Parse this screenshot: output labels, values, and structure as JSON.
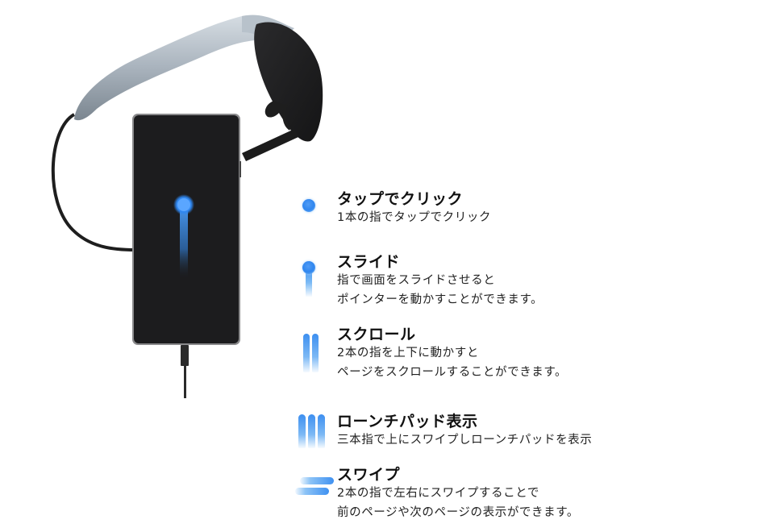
{
  "illustration": {
    "product": "AR glasses connected to smartphone",
    "screen_icon": "touch-pointer-icon",
    "colors": {
      "accent": "#3a8ff0",
      "screen": "#1c1c1e",
      "frame": "#a9b3bd",
      "lens": "#1d1d1f"
    }
  },
  "gestures": [
    {
      "icon": "tap-icon",
      "title": "タップでクリック",
      "lines": [
        "1本の指でタップでクリック"
      ]
    },
    {
      "icon": "slide-icon",
      "title": "スライド",
      "lines": [
        "指で画面をスライドさせると",
        "ポインターを動かすことができます。"
      ]
    },
    {
      "icon": "two-finger-scroll-icon",
      "title": "スクロール",
      "lines": [
        "2本の指を上下に動かすと",
        "ページをスクロールすることができます。"
      ]
    },
    {
      "icon": "three-finger-swipe-icon",
      "title": "ローンチパッド表示",
      "lines": [
        "三本指で上にスワイプしローンチパッドを表示"
      ]
    },
    {
      "icon": "horizontal-swipe-icon",
      "title": "スワイプ",
      "lines": [
        "2本の指で左右にスワイプすることで",
        "前のページや次のページの表示ができます。"
      ]
    }
  ]
}
